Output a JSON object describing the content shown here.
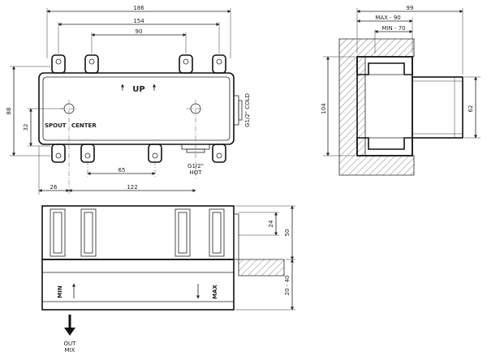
{
  "front_view": {
    "dims": {
      "overall_width": "186",
      "tab_spacing": "154",
      "inner_tab_spacing": "90",
      "height_outer": "88",
      "height_inner": "32",
      "bottom_spacing": "65",
      "left_offset": "26",
      "center_offset": "122"
    },
    "labels": {
      "up": "UP",
      "spout": "SPOUT",
      "center": "CENTER",
      "cold": "G1/2\" COLD",
      "hot": "G1/2\" HOT"
    }
  },
  "side_view": {
    "dims": {
      "width": "99",
      "max": "MAX - 90",
      "min": "MIN - 70",
      "height": "104",
      "pipe": "62"
    }
  },
  "bottom_view": {
    "dims": {
      "height_24": "24",
      "height_50": "50",
      "depth": "20 - 40"
    },
    "labels": {
      "min": "MIN",
      "max": "MAX",
      "out": "OUT",
      "mix": "MIX"
    }
  }
}
